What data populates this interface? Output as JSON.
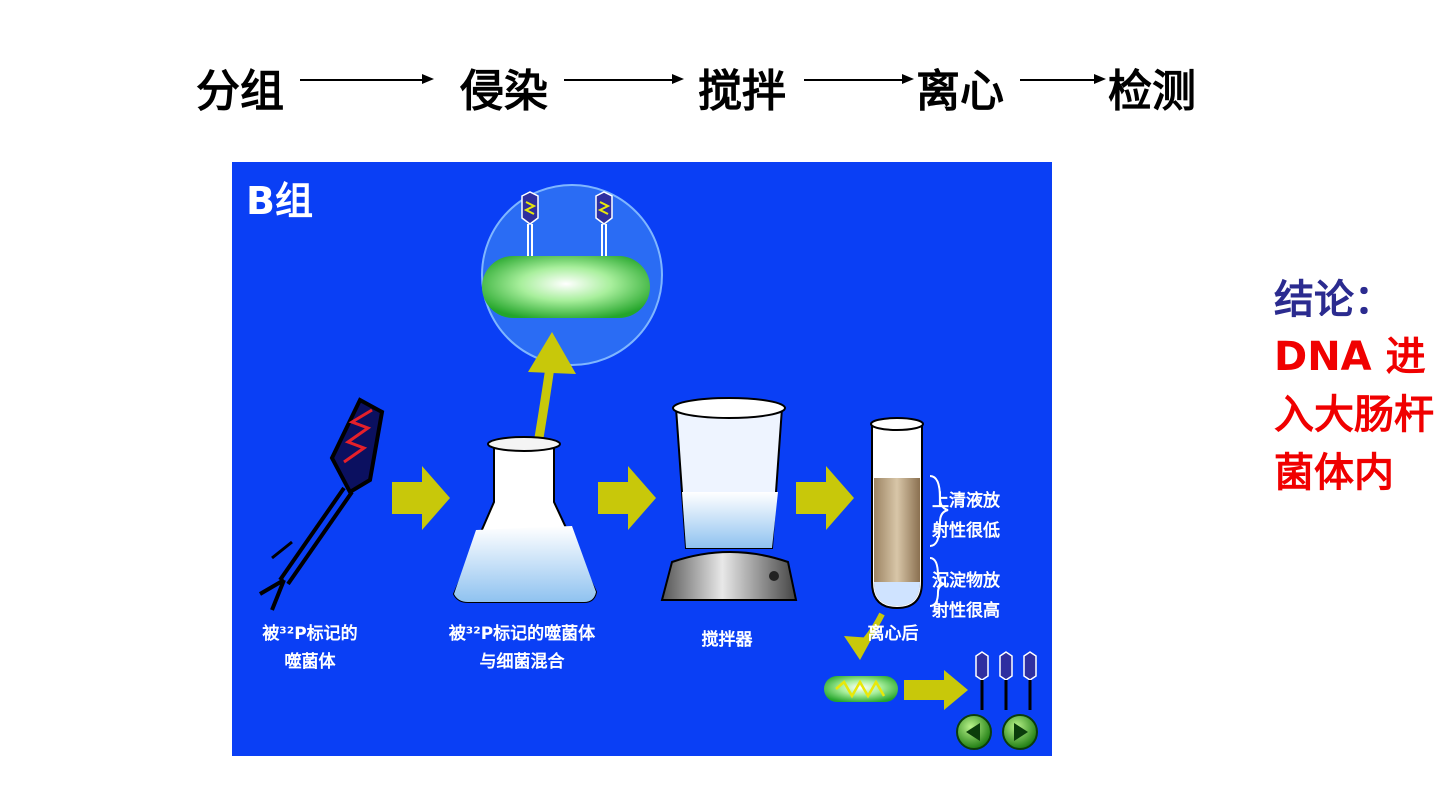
{
  "process": {
    "steps": [
      "分组",
      "侵染",
      "搅拌",
      "离心",
      "检测"
    ]
  },
  "panel": {
    "group_label": "B组",
    "labels": {
      "labeled_phage": "被³²P标记的\n噬菌体",
      "mixed": "被³²P标记的噬菌体\n与细菌混合",
      "stirrer": "搅拌器",
      "after_centrifuge": "离心后",
      "supernatant": "上清液放\n射性很低",
      "sediment": "沉淀物放\n射性很高"
    },
    "colors": {
      "background": "#0a3ff5",
      "arrow": "#c8c80a",
      "bacterium": "#3fbf3f"
    },
    "icons": [
      "phage-icon",
      "flask-icon",
      "stirrer-icon",
      "test-tube-icon",
      "prev-icon",
      "next-icon"
    ]
  },
  "conclusion": {
    "heading": "结论：",
    "text": "DNA 进入大肠杆菌体内"
  }
}
